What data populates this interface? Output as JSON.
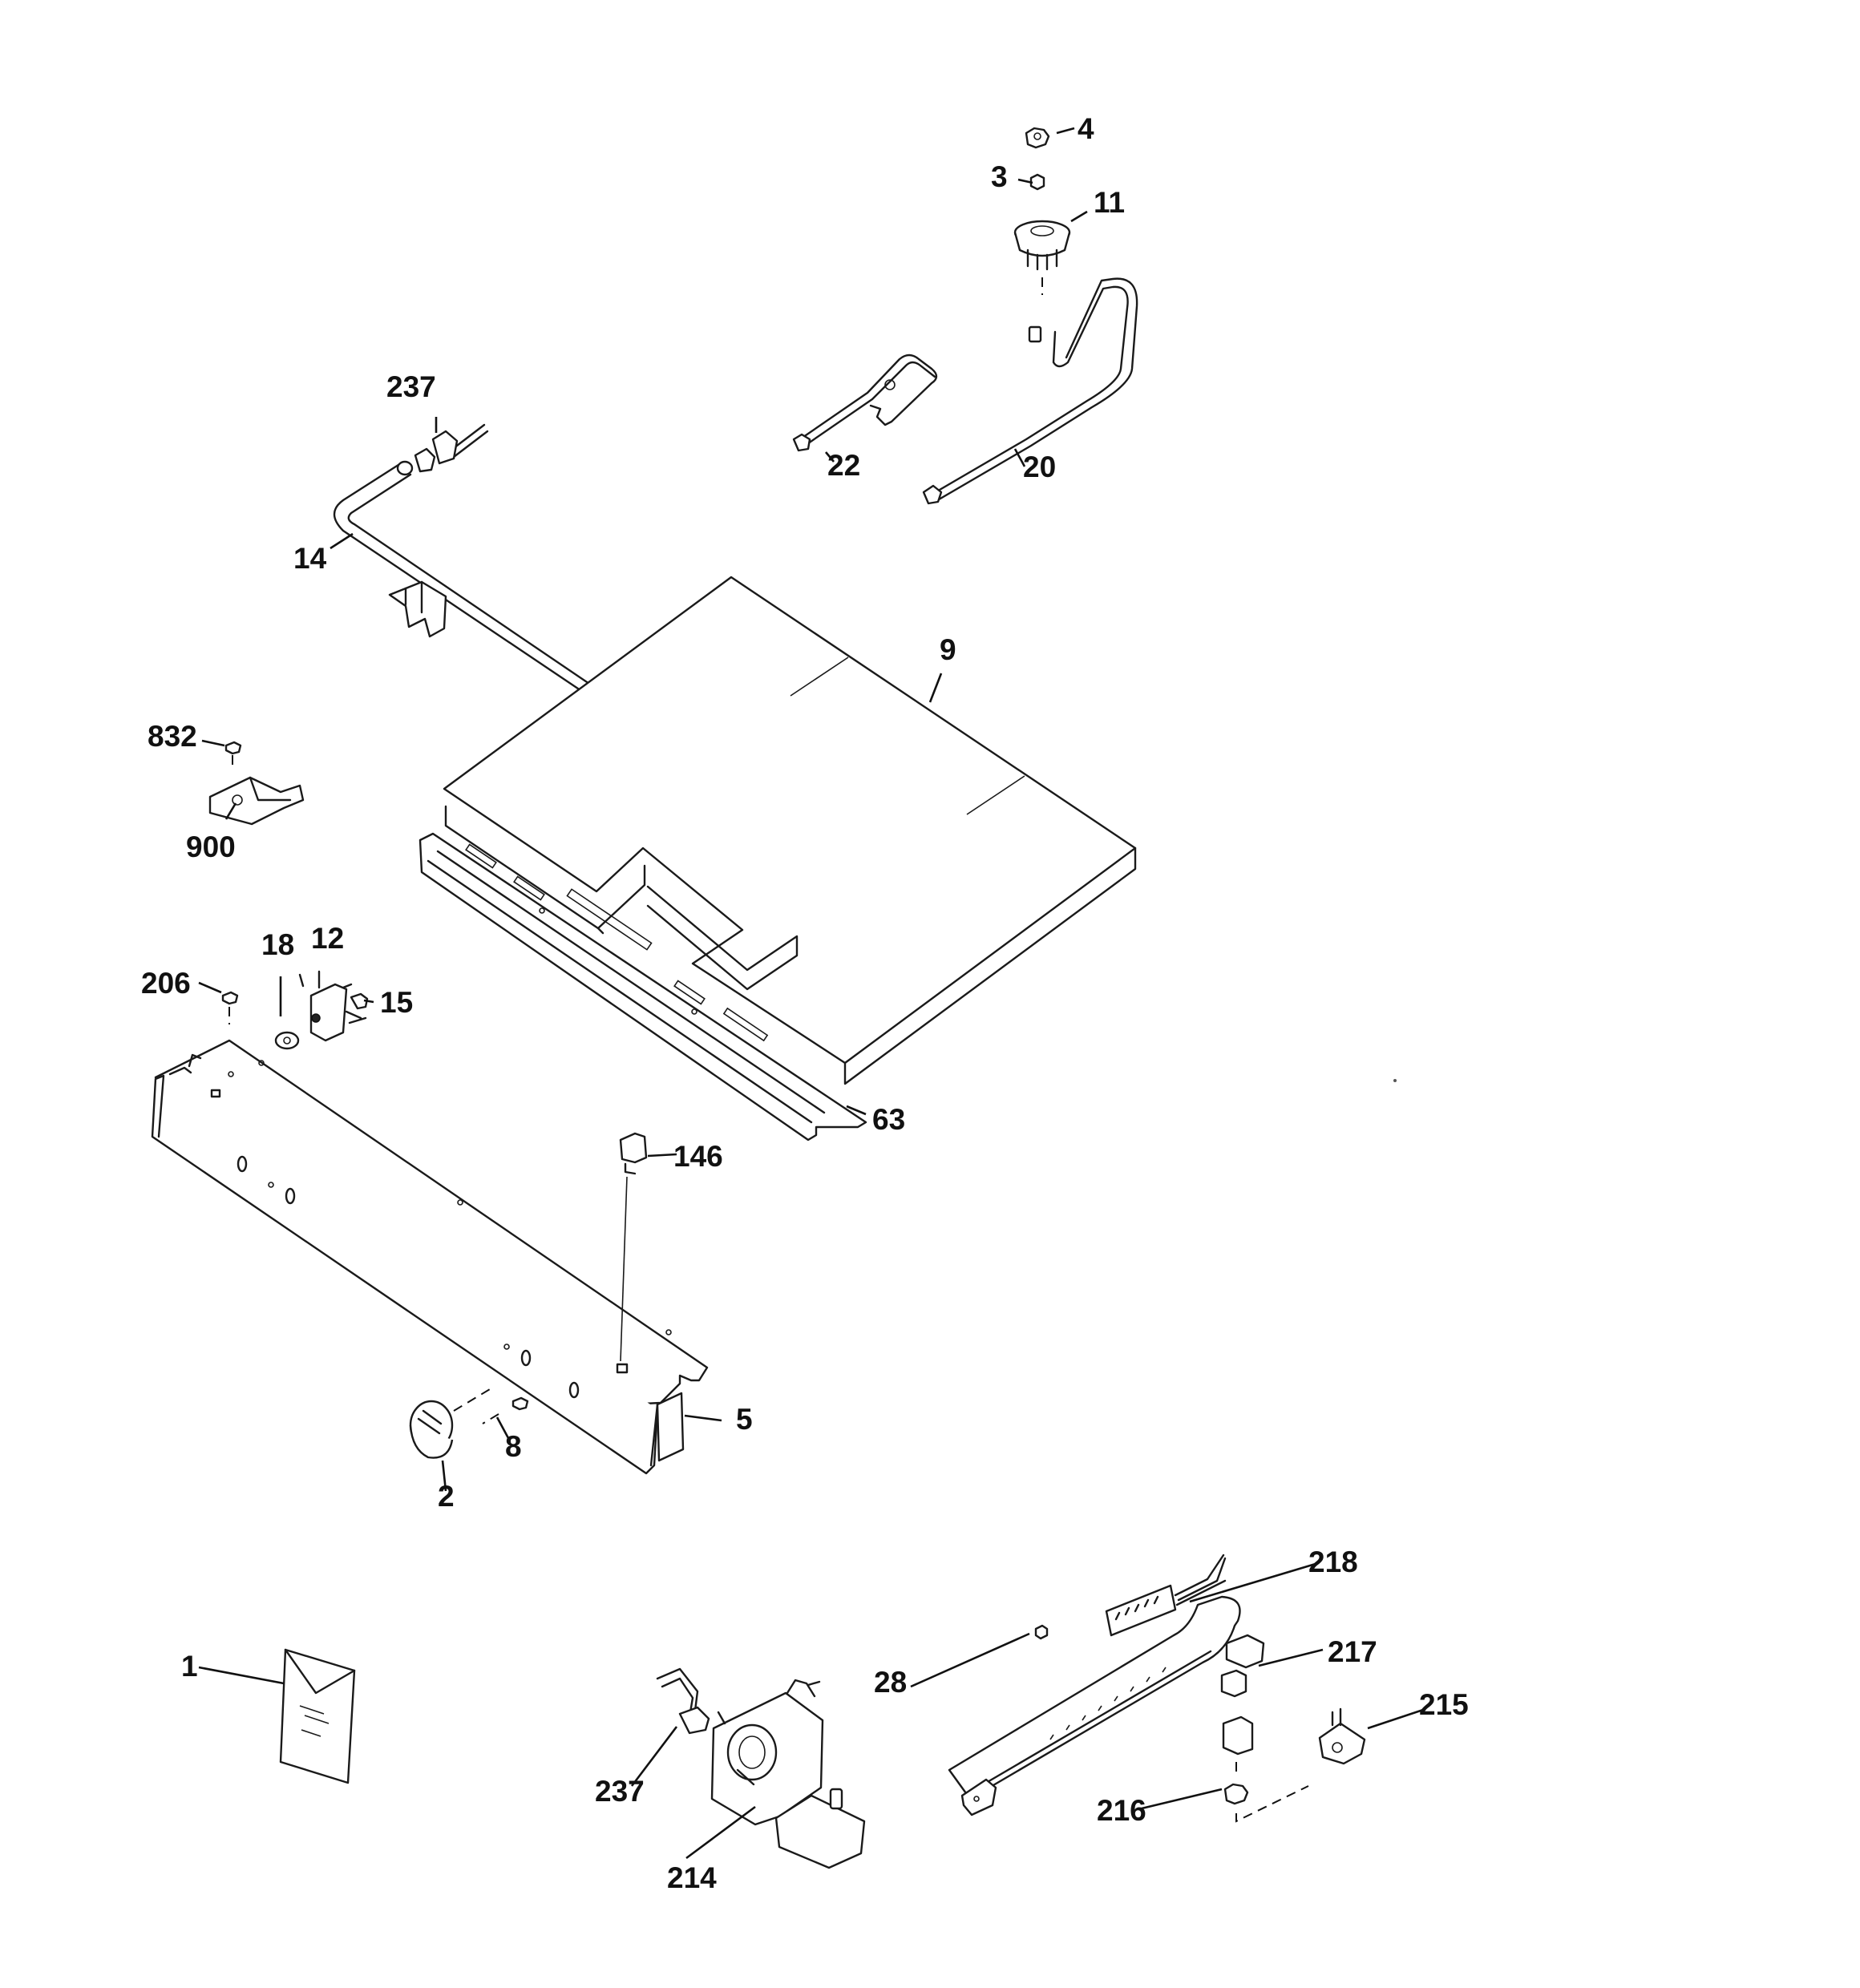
{
  "labels": {
    "p4": "4",
    "p3": "3",
    "p11": "11",
    "p237_top": "237",
    "p22": "22",
    "p20": "20",
    "p14": "14",
    "p9": "9",
    "p832": "832",
    "p900": "900",
    "p18": "18",
    "p12": "12",
    "p206": "206",
    "p15": "15",
    "p63": "63",
    "p146": "146",
    "p5": "5",
    "p8": "8",
    "p2": "2",
    "p218": "218",
    "p217": "217",
    "p28": "28",
    "p1": "1",
    "p215": "215",
    "p237_bottom": "237",
    "p216": "216",
    "p214": "214"
  }
}
